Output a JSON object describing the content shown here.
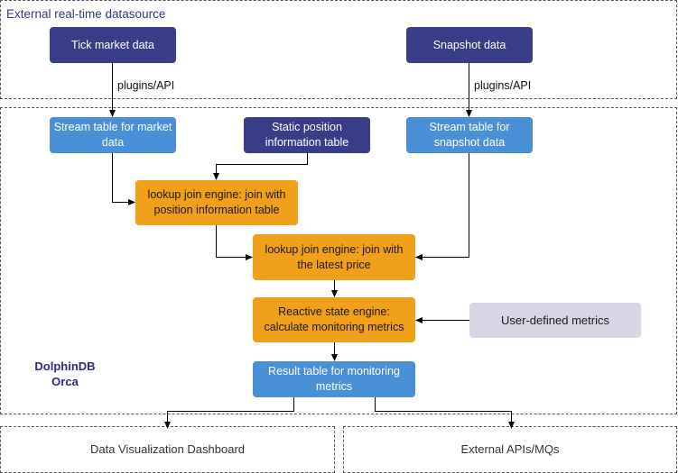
{
  "regions": {
    "datasource_label": "External real-time datasource",
    "dashboard_label": "Data Visualization Dashboard",
    "external_label": "External APIs/MQs"
  },
  "brand": {
    "line1": "DolphinDB",
    "line2": "Orca"
  },
  "nodes": {
    "tick_market": "Tick market data",
    "snapshot": "Snapshot data",
    "stream_market": "Stream table for market data",
    "static_position": "Static position information table",
    "stream_snapshot": "Stream table for snapshot data",
    "lookup_position": "lookup join engine: join with position information table",
    "lookup_price": "lookup join engine: join with the latest price",
    "reactive": "Reactive state engine: calculate monitoring metrics",
    "user_metrics": "User-defined metrics",
    "result": "Result table for monitoring metrics"
  },
  "edges": {
    "plugins_left": "plugins/API",
    "plugins_right": "plugins/API"
  },
  "colors": {
    "navy": "#393c87",
    "blue": "#4a90d6",
    "orange": "#f0a01a",
    "gray": "#d6d6e4",
    "brand": "#2a2a86"
  }
}
